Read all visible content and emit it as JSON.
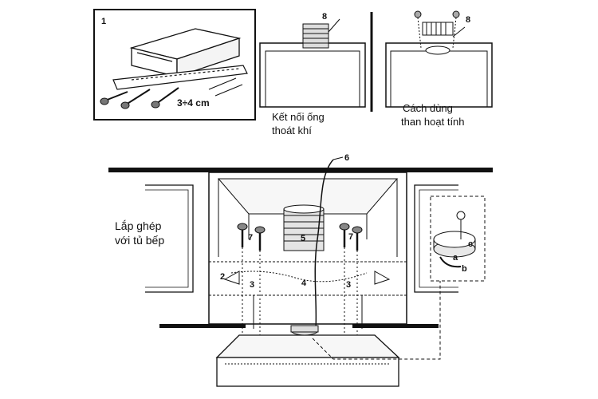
{
  "panel_exhaust": {
    "number": "8",
    "caption_line1": "Kết nối ống",
    "caption_line2": "thoát khí"
  },
  "panel_charcoal": {
    "number": "8",
    "caption_line1": "Cách dùng",
    "caption_line2": "than hoạt tính"
  },
  "panel_mounting": {
    "number": "1",
    "measure": "3÷4 cm"
  },
  "main_diagram": {
    "caption_line1": "Lắp ghép",
    "caption_line2": "với tủ bếp",
    "callouts": {
      "duct": "5",
      "cable": "6",
      "screw_left": "7",
      "screw_right": "7",
      "bracket_left": "2",
      "fix_left": "3",
      "fix_right": "3",
      "rail": "4"
    }
  },
  "inset": {
    "label_c": "c",
    "label_a": "a",
    "label_b": "b"
  }
}
